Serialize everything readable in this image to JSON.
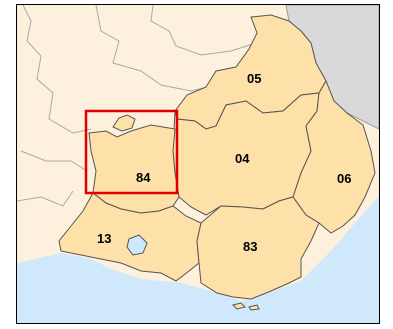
{
  "map": {
    "colors": {
      "sea": "#cfe8fb",
      "outside_region": "#fdf1de",
      "foreign_country": "#d9d9d9",
      "region": "#fde1a8",
      "border": "#555555",
      "highlight_box": "#e00000"
    },
    "departments": [
      {
        "code": "05"
      },
      {
        "code": "04"
      },
      {
        "code": "06"
      },
      {
        "code": "84"
      },
      {
        "code": "13"
      },
      {
        "code": "83"
      }
    ],
    "highlighted_department": "84"
  }
}
